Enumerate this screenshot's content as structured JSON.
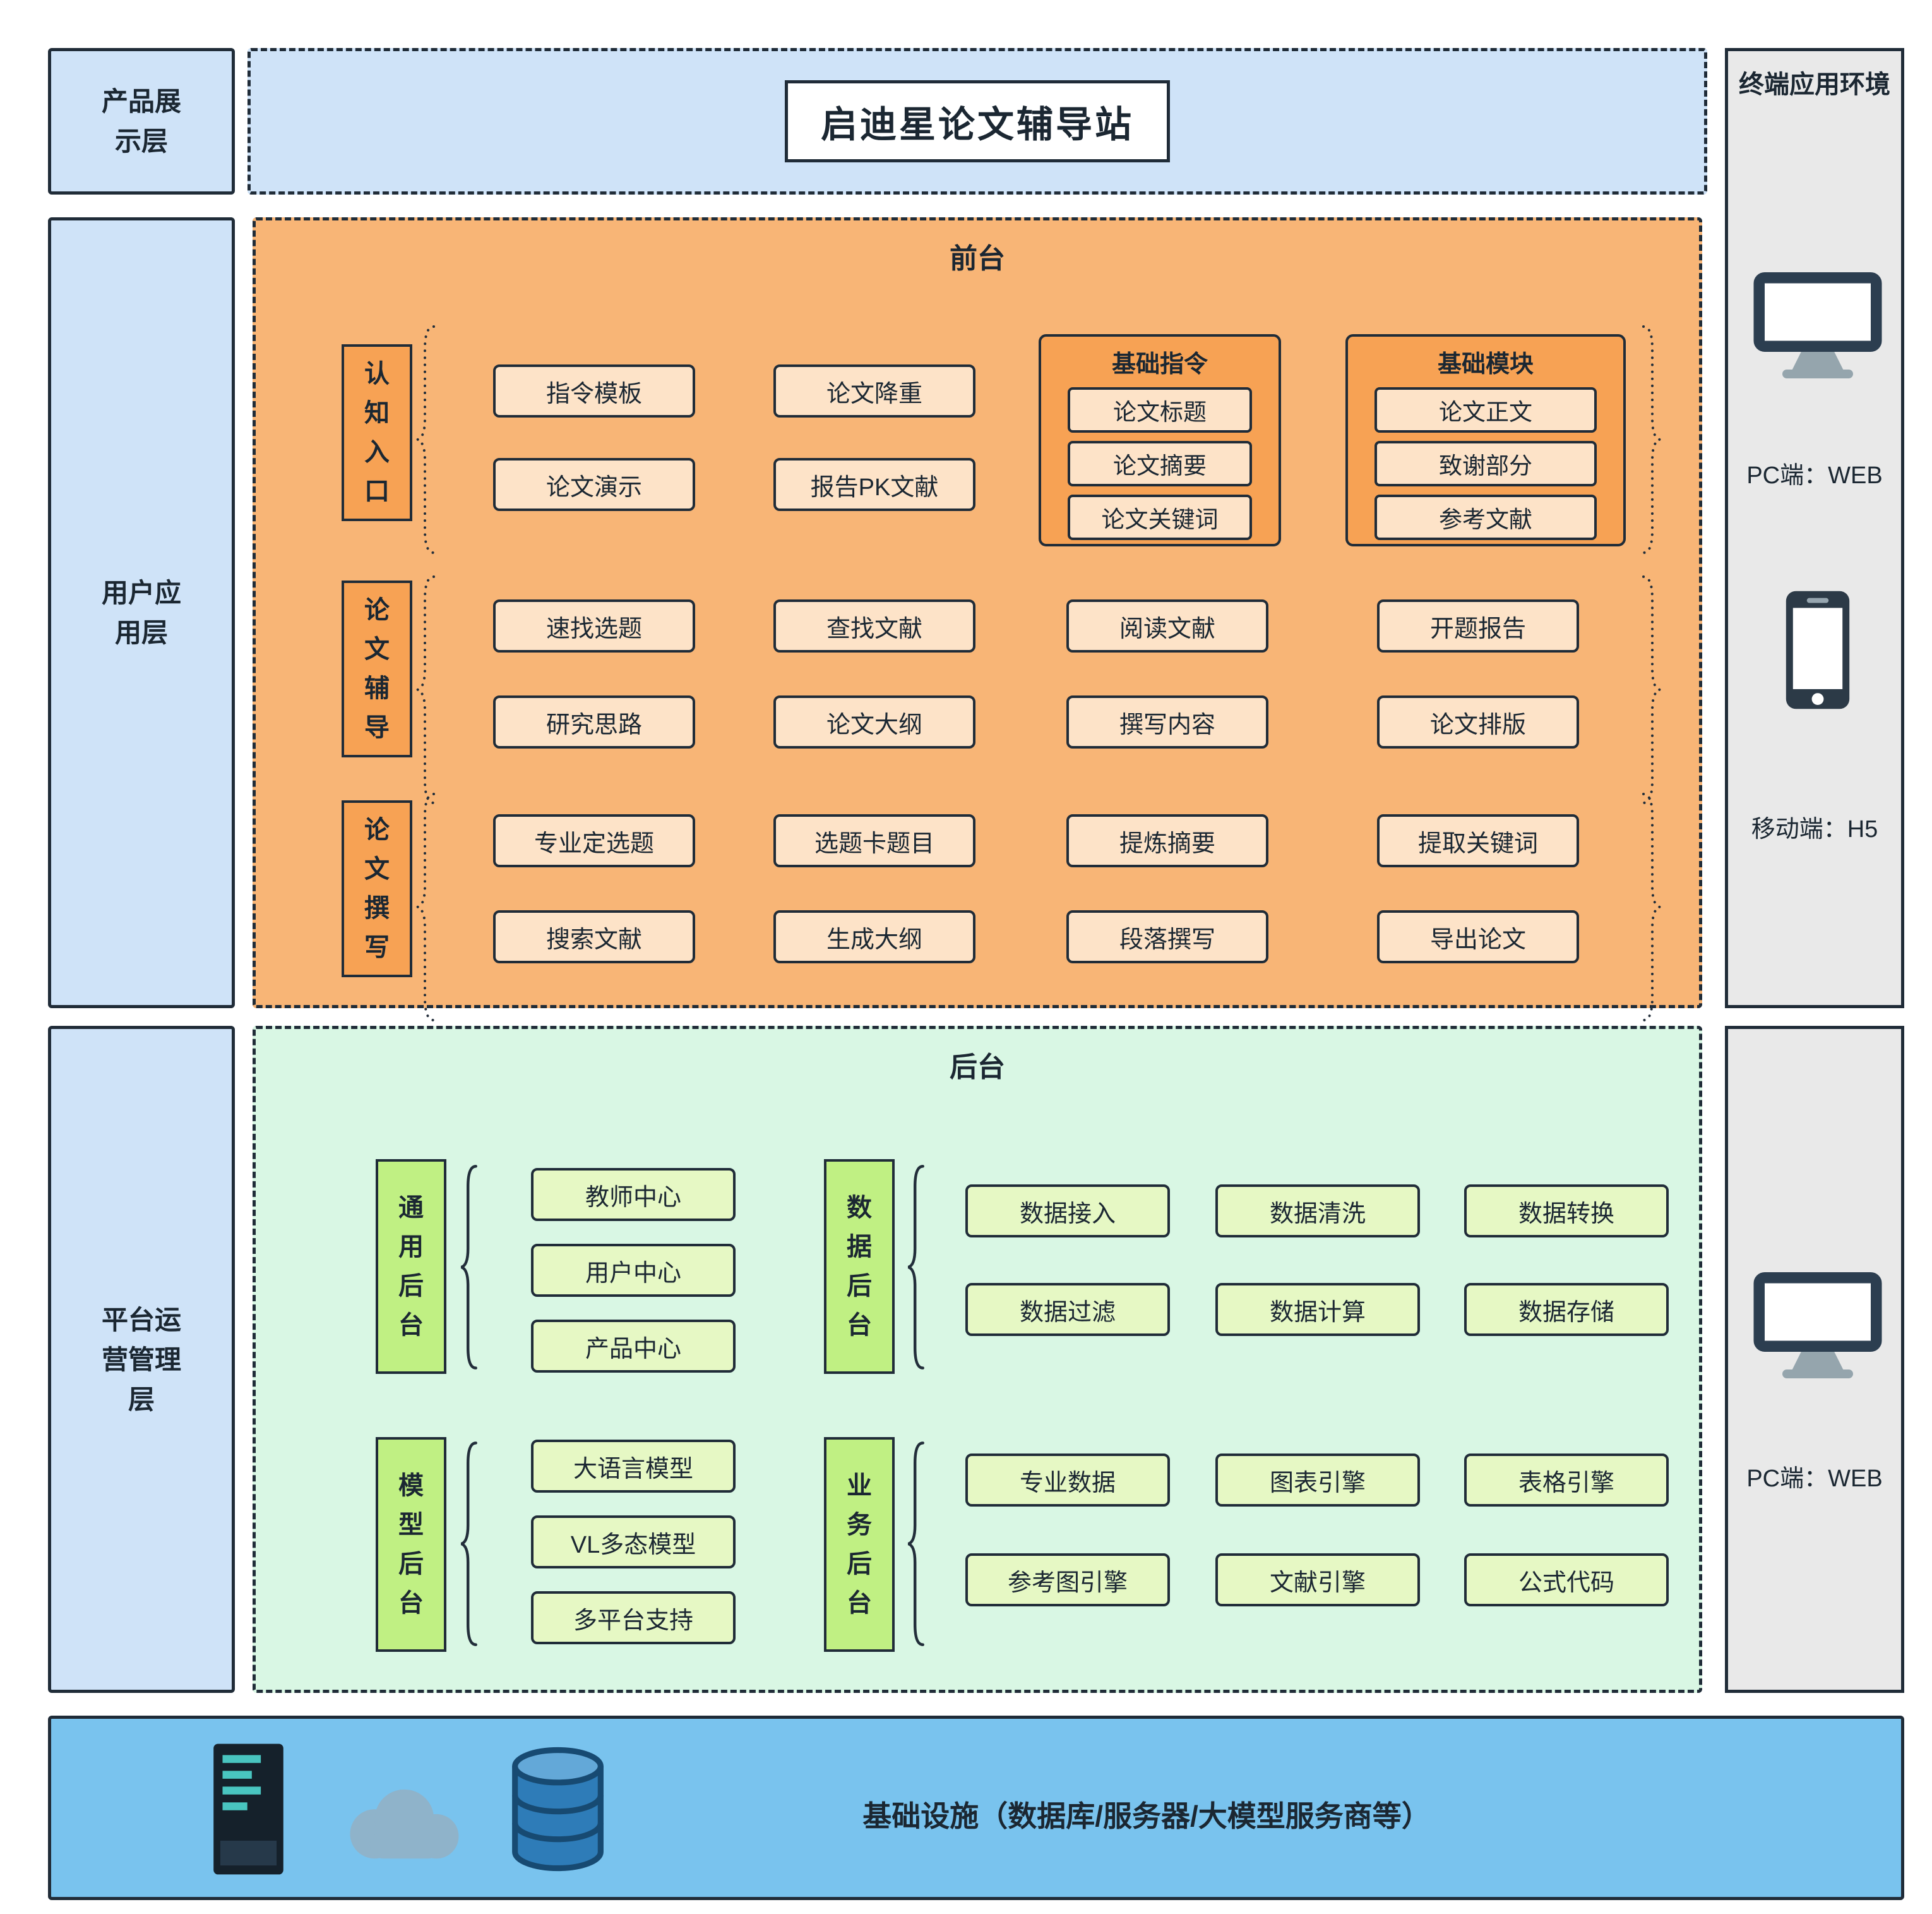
{
  "layers": [
    {
      "label": "产品展\n示层"
    },
    {
      "label": "用户应\n用层"
    },
    {
      "label": "平台运\n营管理\n层"
    }
  ],
  "title": "启迪星论文辅导站",
  "frontend": {
    "label": "前台",
    "row1": {
      "side": "认\n知\n入\n口",
      "items": [
        "指令模板",
        "论文演示",
        "论文降重",
        "报告PK文献"
      ],
      "group1": {
        "title": "基础指令",
        "items": [
          "论文标题",
          "论文摘要",
          "论文关键词"
        ]
      },
      "group2": {
        "title": "基础模块",
        "items": [
          "论文正文",
          "致谢部分",
          "参考文献"
        ]
      }
    },
    "row2": {
      "side": "论\n文\n辅\n导",
      "items": [
        "速找选题",
        "研究思路",
        "查找文献",
        "论文大纲",
        "阅读文献",
        "撰写内容",
        "开题报告",
        "论文排版"
      ]
    },
    "row3": {
      "side": "论\n文\n撰\n写",
      "items": [
        "专业定选题",
        "搜索文献",
        "选题卡题目",
        "生成大纲",
        "提炼摘要",
        "段落撰写",
        "提取关键词",
        "导出论文"
      ]
    }
  },
  "backend": {
    "label": "后台",
    "groups": [
      {
        "side": "通\n用\n后\n台",
        "items": [
          "教师中心",
          "用户中心",
          "产品中心"
        ]
      },
      {
        "side": "数\n据\n后\n台",
        "items": [
          "数据接入",
          "数据清洗",
          "数据转换",
          "数据过滤",
          "数据计算",
          "数据存储"
        ]
      },
      {
        "side": "模\n型\n后\n台",
        "items": [
          "大语言模型",
          "VL多态模型",
          "多平台支持"
        ]
      },
      {
        "side": "业\n务\n后\n台",
        "items": [
          "专业数据",
          "图表引擎",
          "表格引擎",
          "参考图引擎",
          "文献引擎",
          "公式代码"
        ]
      }
    ]
  },
  "terminal": {
    "title": "终端应用环境",
    "pc_label": "PC端：WEB",
    "mobile_label": "移动端：H5",
    "bottom_pc_label": "PC端：WEB"
  },
  "infrastructure": {
    "label": "基础设施（数据库/服务器/大模型服务商等）",
    "icons": [
      "server-icon",
      "cloud-icon",
      "database-icon"
    ]
  },
  "colors": {
    "layer_bg": "#cfe3f8",
    "frontend_bg": "#f8b576",
    "frontend_item_bg": "#fde3c8",
    "frontend_accent_bg": "#f7a254",
    "backend_bg": "#d9f7e4",
    "backend_label_bg": "#c0f083",
    "backend_item_bg": "#e6f8c4",
    "infra_bg": "#79c3ee",
    "terminal_bg": "#e9e9e9",
    "border": "#202c38"
  }
}
